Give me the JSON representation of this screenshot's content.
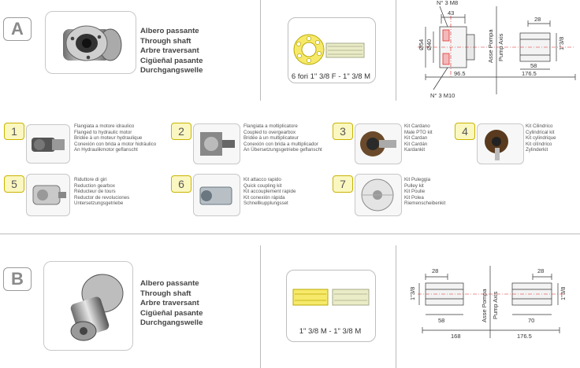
{
  "section_a": {
    "letter": "A",
    "names": [
      "Albero passante",
      "Through shaft",
      "Arbre traversant",
      "Cigüeñal pasante",
      "Durchgangswelle"
    ],
    "shaft_caption": "6 fori 1\" 3/8 F - 1\" 3/8 M",
    "drawing": {
      "top_label": "N° 3 M8",
      "bottom_label": "N° 3 M10",
      "d43": "43",
      "d28": "28",
      "d54": "Ø54",
      "d40": "Ø40",
      "d1_3_8": "1\"3/8",
      "d58": "58",
      "d96_5": "96.5",
      "d176_5": "176.5",
      "asse_pompa": "Asse Pompa",
      "pump_axis": "Pump Axis"
    }
  },
  "kits": [
    {
      "num": "1",
      "lines": [
        "Flangiata a motore idraulico",
        "Flanged to hydraulic motor",
        "Bridée à un moteur hydraulique",
        "Conexión con brida a motor hidráulico",
        "An Hydraulikmotor geflanscht"
      ]
    },
    {
      "num": "2",
      "lines": [
        "Flangiata a moltiplicatore",
        "Coupled to overgearbox",
        "Bridée à un multiplicateur",
        "Conexión con brida a multiplicador",
        "An Übersetzungsgetriebe geflanscht"
      ]
    },
    {
      "num": "3",
      "lines": [
        "Kit Cardano",
        "Male PTO kit",
        "Kit Cardan",
        "Kit Cardán",
        "Kardankit"
      ]
    },
    {
      "num": "4",
      "lines": [
        "Kit Cilindrico",
        "Cylindrical kit",
        "Kit cylindrique",
        "Kit cilíndrico",
        "Zylinderkit"
      ]
    },
    {
      "num": "5",
      "lines": [
        "Riduttore di giri",
        "Reduction gearbox",
        "Réducteur de tours",
        "Reductor de revoluciones",
        "Untersetzungsgetriebe"
      ]
    },
    {
      "num": "6",
      "lines": [
        "Kit attacco rapido",
        "Quick coupling kit",
        "Kit accouplement rapide",
        "Kit conexión rápida",
        "Schnellkupplungsset"
      ]
    },
    {
      "num": "7",
      "lines": [
        "Kit Puleggia",
        "Pulley kit",
        "Kit Poulie",
        "Kit Polea",
        "Riemenscheibenkit"
      ]
    }
  ],
  "section_b": {
    "letter": "B",
    "names": [
      "Albero passante",
      "Through shaft",
      "Arbre traversant",
      "Cigüeñal pasante",
      "Durchgangswelle"
    ],
    "shaft_caption": "1\" 3/8 M - 1\" 3/8 M",
    "drawing": {
      "d28_left": "28",
      "d28_right": "28",
      "d1_3_8_left": "1\"3/8",
      "d1_3_8_right": "1\"3/8",
      "d58": "58",
      "d70": "70",
      "d168": "168",
      "d176_5": "176.5",
      "asse_pompa": "Asse Pompa",
      "pump_axis": "Pump Axis"
    }
  },
  "colors": {
    "badge_fill": "#fbf7c0",
    "badge_border": "#c9b400",
    "accent_red": "#d22",
    "divider": "#bbbbbb"
  }
}
